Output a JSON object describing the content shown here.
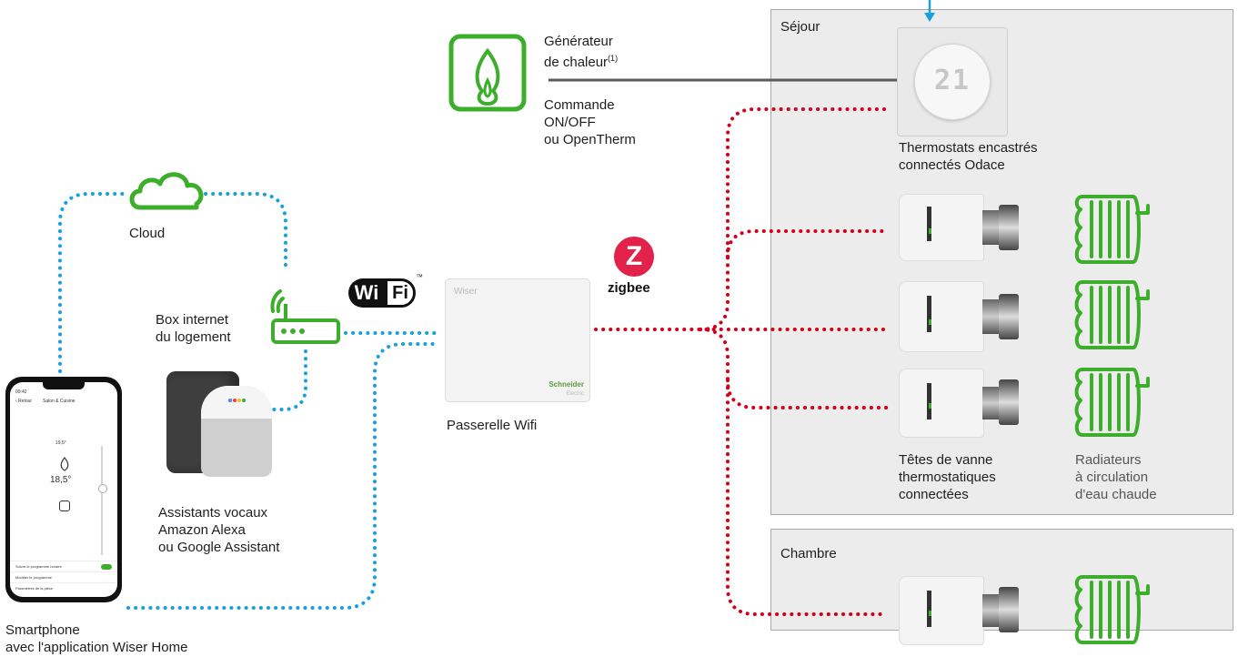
{
  "rooms": {
    "sejour": "Séjour",
    "chambre": "Chambre"
  },
  "heat_generator": {
    "line1": "Générateur",
    "line2": "de chaleur",
    "footnote": "(1)"
  },
  "command": "Commande\nON/OFF\nou OpenTherm",
  "thermostat": {
    "label": "Thermostats encastrés\nconnectés Odace",
    "display": "21"
  },
  "cloud_label": "Cloud",
  "box_label": "Box internet\ndu logement",
  "assistants_label": "Assistants vocaux\nAmazon Alexa\nou Google Assistant",
  "gateway": {
    "label": "Passerelle Wifi",
    "brand": "Wiser",
    "maker": "Schneider",
    "maker_sub": "Electric"
  },
  "smartphone_label": "Smartphone\navec l'application Wiser Home",
  "valves_label": "Têtes de vanne\nthermostatiques\nconnectées",
  "radiators_label": "Radiateurs\nà circulation\nd'eau chaude",
  "wifi_logo": {
    "left": "Wi",
    "right": "Fi",
    "tm": "™"
  },
  "zigbee_logo": {
    "letter": "Z",
    "word": "zigbee"
  },
  "phone_screen": {
    "time": "09:42",
    "back": "‹ Retour",
    "title": "Salon & Cuisine",
    "current_temp": "19,5°",
    "setpoint": "18,5°",
    "rows": [
      "Suivre le programme horaire",
      "Modifier le programme",
      "Paramètres de la pièce"
    ]
  },
  "colors": {
    "zigbee_link": "#d0021b",
    "ip_link": "#1aa0dc",
    "device_green": "#3dae2b",
    "wire": "#5a5a5a",
    "room_bg": "#ececec"
  }
}
